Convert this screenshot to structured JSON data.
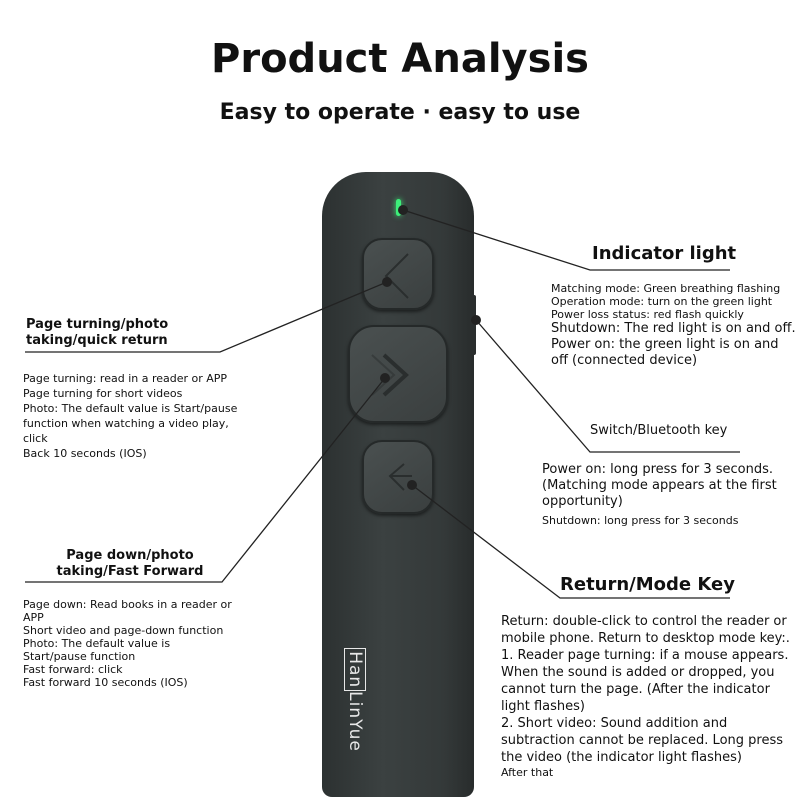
{
  "header": {
    "title": "Product Analysis",
    "subtitle": "Easy to operate · easy to use"
  },
  "device": {
    "brand_part1": "Han",
    "brand_part2": "LinYue",
    "indicator_color": "#3df07a",
    "body_color": "#363b3b"
  },
  "callouts": {
    "indicator": {
      "label": "Indicator light",
      "lines": [
        "Matching mode: Green breathing flashing",
        "Operation mode: turn on the green light",
        "Power loss status: red flash quickly",
        "Shutdown: The red light is on and off.",
        "Power on: the green light is on and off (connected device)"
      ]
    },
    "page_turn": {
      "label": "Page turning/photo taking/quick return",
      "lines": [
        "Page turning: read in a reader or APP",
        "Page turning for short videos",
        "Photo: The default value is Start/pause",
        "function when watching a video play, click",
        "Back 10 seconds (IOS)"
      ]
    },
    "switch": {
      "label": "Switch/Bluetooth key",
      "lines": [
        "Power on: long press for 3 seconds. (Matching mode appears at the first opportunity)",
        "Shutdown: long press for 3 seconds"
      ]
    },
    "page_down": {
      "label": "Page down/photo taking/Fast Forward",
      "lines": [
        "Page down: Read books in a reader or APP",
        "Short video and page-down function",
        "Photo: The default value is Start/pause function",
        "Fast forward: click",
        "Fast forward 10 seconds (IOS)"
      ]
    },
    "return": {
      "label": "Return/Mode Key",
      "lines": [
        "Return: double-click to control the reader or mobile phone. Return to desktop mode key:. 1. Reader page turning: if a mouse appears. When the sound is added or dropped, you cannot turn the page. (After the indicator light flashes)",
        "2. Short video: Sound addition and subtraction cannot be replaced. Long press the video (the indicator light flashes)",
        "After that"
      ]
    }
  }
}
